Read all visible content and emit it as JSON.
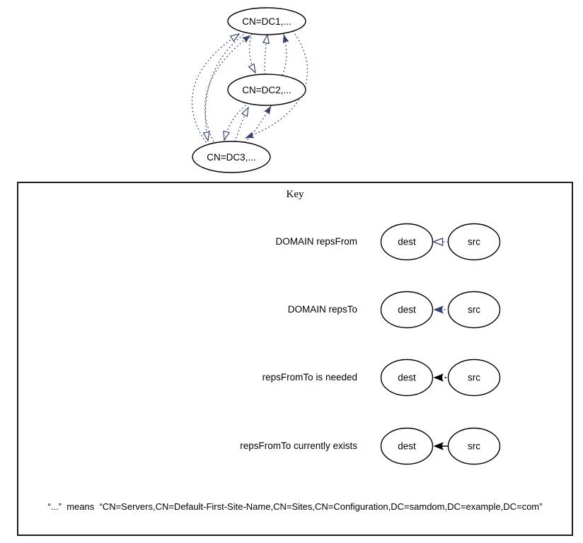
{
  "colors": {
    "edge_navy": "#364273",
    "edge_black": "#000000",
    "node_stroke": "#000000",
    "box_border": "#1c1c1c"
  },
  "graph": {
    "nodes": [
      {
        "id": "dc1",
        "label": "CN=DC1,..."
      },
      {
        "id": "dc2",
        "label": "CN=DC2,..."
      },
      {
        "id": "dc3",
        "label": "CN=DC3,..."
      }
    ],
    "edges": [
      {
        "from": "dc3",
        "to": "dc1",
        "type": "repsFrom",
        "arrow": "open"
      },
      {
        "from": "dc3",
        "to": "dc1",
        "type": "repsTo",
        "arrow": "filled"
      },
      {
        "from": "dc1",
        "to": "dc3",
        "type": "repsFrom",
        "arrow": "open"
      },
      {
        "from": "dc2",
        "to": "dc3",
        "type": "repsFrom",
        "arrow": "open"
      },
      {
        "from": "dc1",
        "to": "dc3",
        "type": "repsTo",
        "arrow": "filled"
      },
      {
        "from": "dc2",
        "to": "dc1",
        "type": "repsFrom",
        "arrow": "open"
      },
      {
        "from": "dc2",
        "to": "dc1",
        "type": "repsTo",
        "arrow": "filled"
      },
      {
        "from": "dc1",
        "to": "dc2",
        "type": "repsFrom",
        "arrow": "open"
      },
      {
        "from": "dc3",
        "to": "dc2",
        "type": "repsFrom",
        "arrow": "open"
      },
      {
        "from": "dc3",
        "to": "dc2",
        "type": "repsTo",
        "arrow": "filled"
      }
    ]
  },
  "key": {
    "title": "Key",
    "dest_label": "dest",
    "src_label": "src",
    "rows": [
      {
        "label": "DOMAIN repsFrom",
        "arrow": "open-navy-dotted"
      },
      {
        "label": "DOMAIN repsTo",
        "arrow": "filled-navy-dotted"
      },
      {
        "label": "repsFromTo is needed",
        "arrow": "filled-black-dotted"
      },
      {
        "label": "repsFromTo currently exists",
        "arrow": "filled-black-solid"
      }
    ],
    "footnote": "“...”  means  “CN=Servers,CN=Default-First-Site-Name,CN=Sites,CN=Configuration,DC=samdom,DC=example,DC=com”"
  }
}
